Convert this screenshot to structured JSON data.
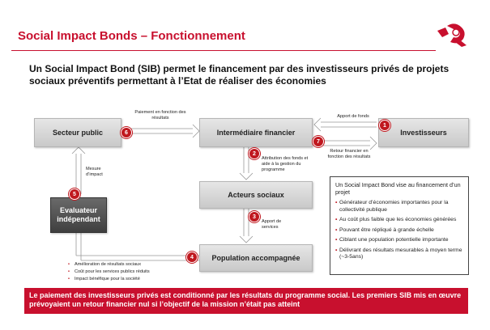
{
  "title": "Social Impact Bonds – Fonctionnement",
  "subtitle": "Un Social Impact Bond (SIB) permet le financement par des investisseurs privés de projets sociaux préventifs permettant à l’Etat de réaliser des économies",
  "nodes": {
    "secteur_public": "Secteur public",
    "intermediaire": "Intermédiaire financier",
    "investisseurs": "Investisseurs",
    "acteurs_sociaux": "Acteurs sociaux",
    "evaluateur": "Evaluateur indépendant",
    "population": "Population accompagnée"
  },
  "steps": {
    "s1": "1",
    "s2": "2",
    "s3": "3",
    "s4": "4",
    "s5": "5",
    "s6": "6",
    "s7": "7"
  },
  "labels": {
    "paiement": "Paiement en fonction des résultats",
    "apport_fonds": "Apport de fonds",
    "retour_financier": "Retour financier en fonction des résultats",
    "attribution": "Attribution des fonds et aide à la gestion du programme",
    "apport_services": "Apport de services",
    "mesure_impact": "Mesure d’impact"
  },
  "outcomes": [
    "Amélioration de résultats sociaux",
    "Coût pour les services publics réduits",
    "Impact bénéfique pour la société"
  ],
  "info_box": {
    "lead": "Un Social Impact Bond vise au financement d’un projet",
    "points": [
      "Générateur d’économies importantes pour la collectivité publique",
      "Au coût plus faible que les économies générées",
      "Pouvant être répliqué à grande échelle",
      "Ciblant une population potentielle importante",
      "Délivrant des résultats mesurables à moyen terme (~3-5ans)"
    ]
  },
  "banner": "Le paiement des investisseurs privés est conditionné par les résultats du programme social. Les premiers SIB mis en œuvre prévoyaient un retour financier nul si l’objectif de la mission n’était pas atteint",
  "colors": {
    "accent": "#c8102e",
    "step": "#c0181f",
    "box_light": "#d6d6d6",
    "box_dark": "#4a4a4a"
  },
  "icons": {
    "logo": "red-white-logo-icon"
  }
}
